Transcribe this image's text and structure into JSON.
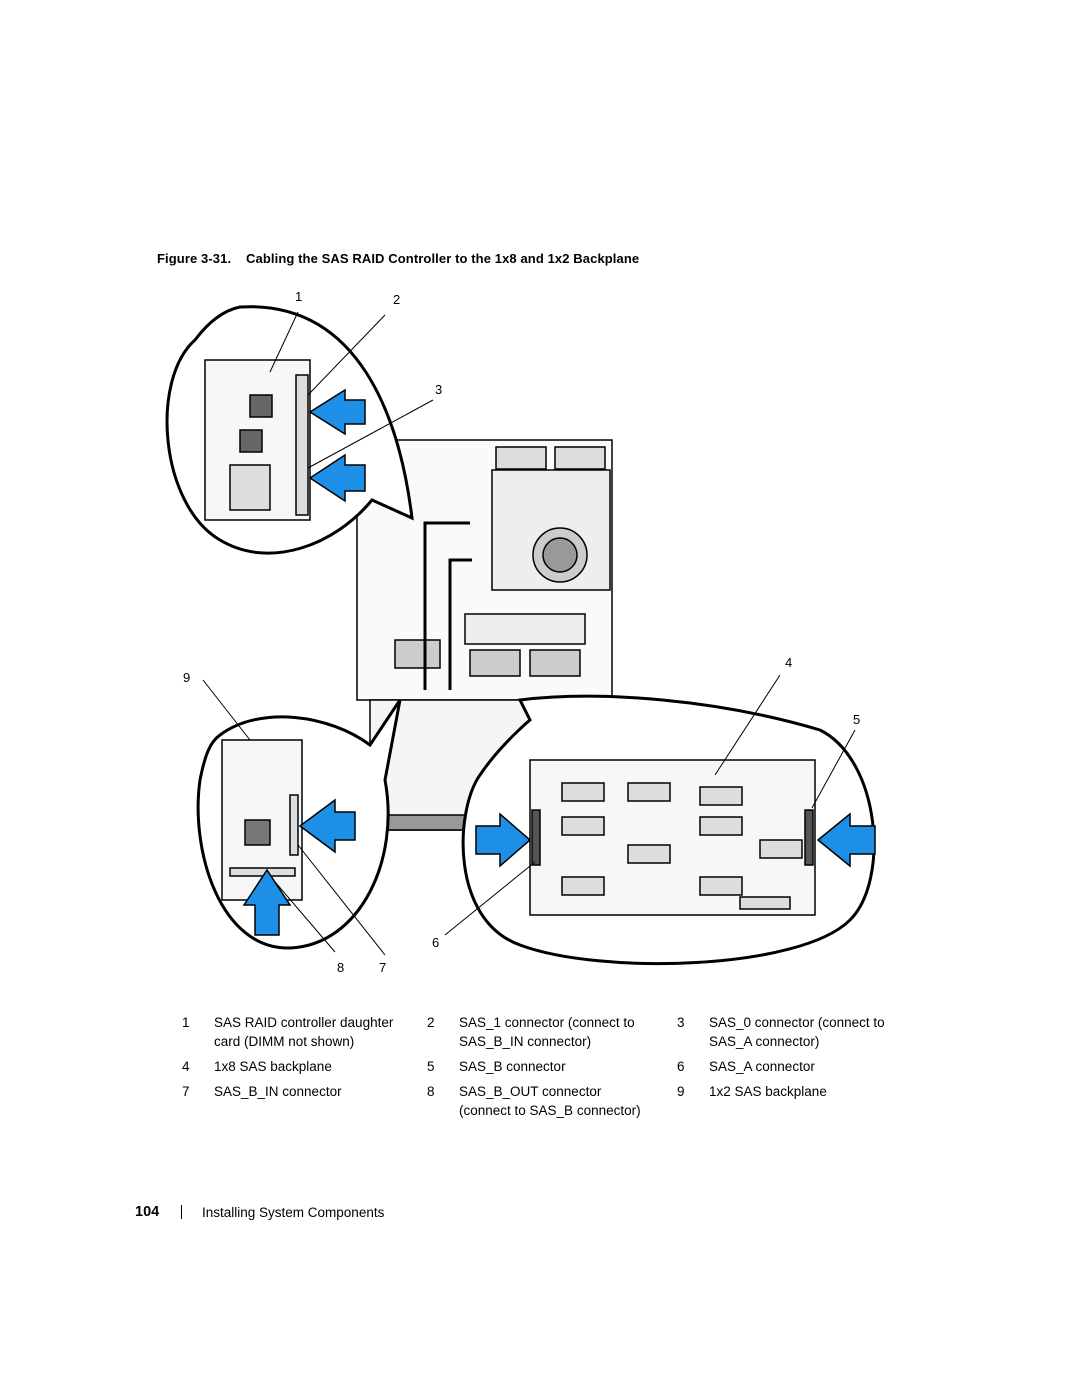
{
  "figure": {
    "label": "Figure 3-31.",
    "title": "Cabling the SAS RAID Controller to the 1x8 and 1x2 Backplane",
    "callouts": [
      "1",
      "2",
      "3",
      "4",
      "5",
      "6",
      "7",
      "8",
      "9"
    ]
  },
  "legend": [
    [
      {
        "num": "1",
        "text": "SAS RAID controller daughter\ncard (DIMM not shown)"
      },
      {
        "num": "2",
        "text": "SAS_1 connector (connect to\nSAS_B_IN connector)"
      },
      {
        "num": "3",
        "text": "SAS_0 connector (connect to\nSAS_A connector)"
      }
    ],
    [
      {
        "num": "4",
        "text": "1x8 SAS backplane"
      },
      {
        "num": "5",
        "text": "SAS_B connector"
      },
      {
        "num": "6",
        "text": "SAS_A connector"
      }
    ],
    [
      {
        "num": "7",
        "text": "SAS_B_IN connector"
      },
      {
        "num": "8",
        "text": "SAS_B_OUT connector\n(connect to SAS_B connector)"
      },
      {
        "num": "9",
        "text": "1x2 SAS backplane"
      }
    ]
  ],
  "footer": {
    "page_number": "104",
    "section": "Installing System Components"
  },
  "colors": {
    "arrow": "#1e8fe6",
    "ink": "#000000"
  }
}
